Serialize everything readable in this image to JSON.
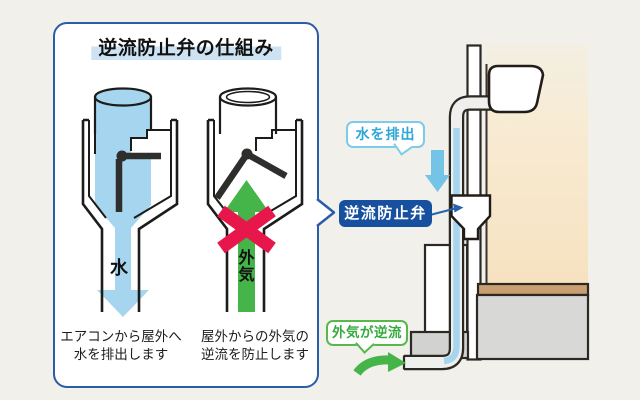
{
  "panel": {
    "title": "逆流防止弁の仕組み",
    "left_diagram": {
      "flow_label": "水",
      "caption": [
        "エアコンから屋外へ",
        "水を排出します"
      ]
    },
    "right_diagram": {
      "flow_label": "外気",
      "caption": [
        "屋外からの外気の",
        "逆流を防止します"
      ]
    }
  },
  "scene": {
    "water_bubble_label": "水を排出",
    "valve_label": "逆流防止弁",
    "backflow_bubble_label": "外気が逆流"
  },
  "colors": {
    "background": "#f1f0ea",
    "panel_border": "#2a5caa",
    "title_highlight": "#cde3f3",
    "water_blue": "#a6d5ef",
    "arrow_blue": "#74c4e8",
    "green": "#45b549",
    "red": "#e8174b",
    "navy": "#17509e",
    "bubble_blue_border": "#7ccbe8",
    "bubble_blue_text": "#2ea7d7",
    "bubble_green_border": "#57b84b",
    "bubble_green_text": "#35ab3d",
    "wall_beige": "#f6e2c0",
    "sill_brown": "#c99e70",
    "foundation_gray": "#d8d8d6",
    "outline_dark": "#2c2824"
  }
}
